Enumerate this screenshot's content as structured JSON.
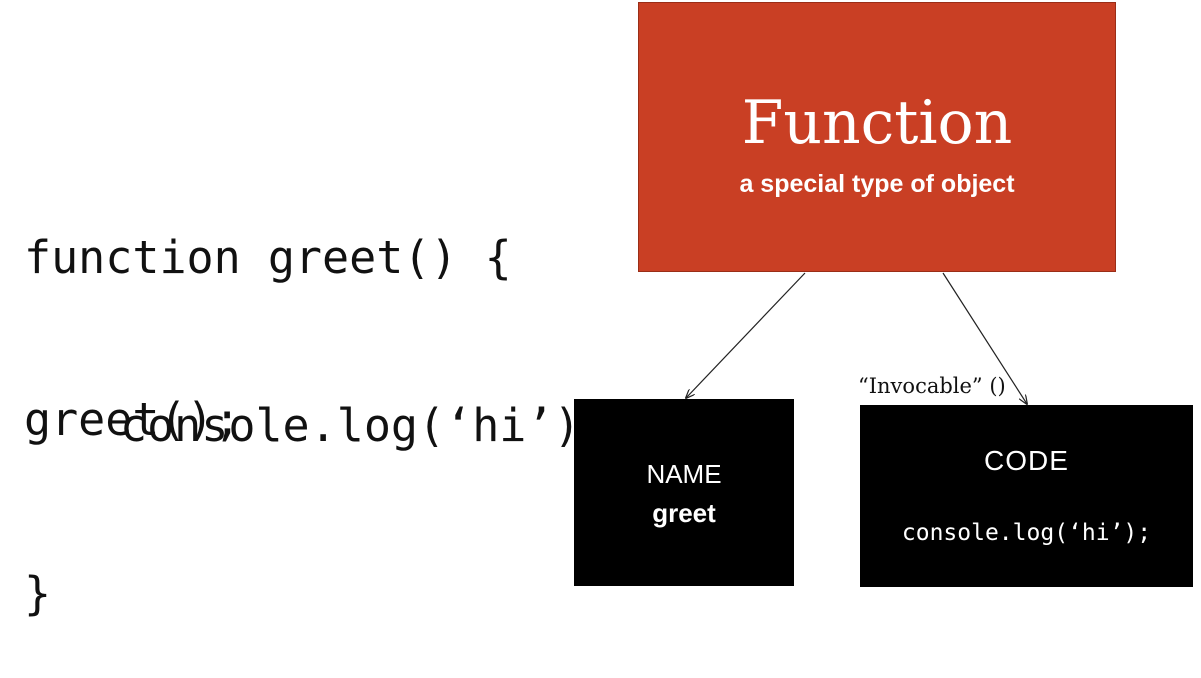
{
  "code": {
    "line1": "function greet() {",
    "line2": "console.log(‘hi’);",
    "line3": "}",
    "call": "greet();"
  },
  "function_box": {
    "title": "Function",
    "subtitle": "a special type of object",
    "color": "#c93f24"
  },
  "name_box": {
    "label": "NAME",
    "value": "greet",
    "color": "#000000"
  },
  "code_box": {
    "label": "CODE",
    "code": "console.log(‘hi’);",
    "color": "#000000"
  },
  "invocable": {
    "label": "“Invocable” ()"
  }
}
